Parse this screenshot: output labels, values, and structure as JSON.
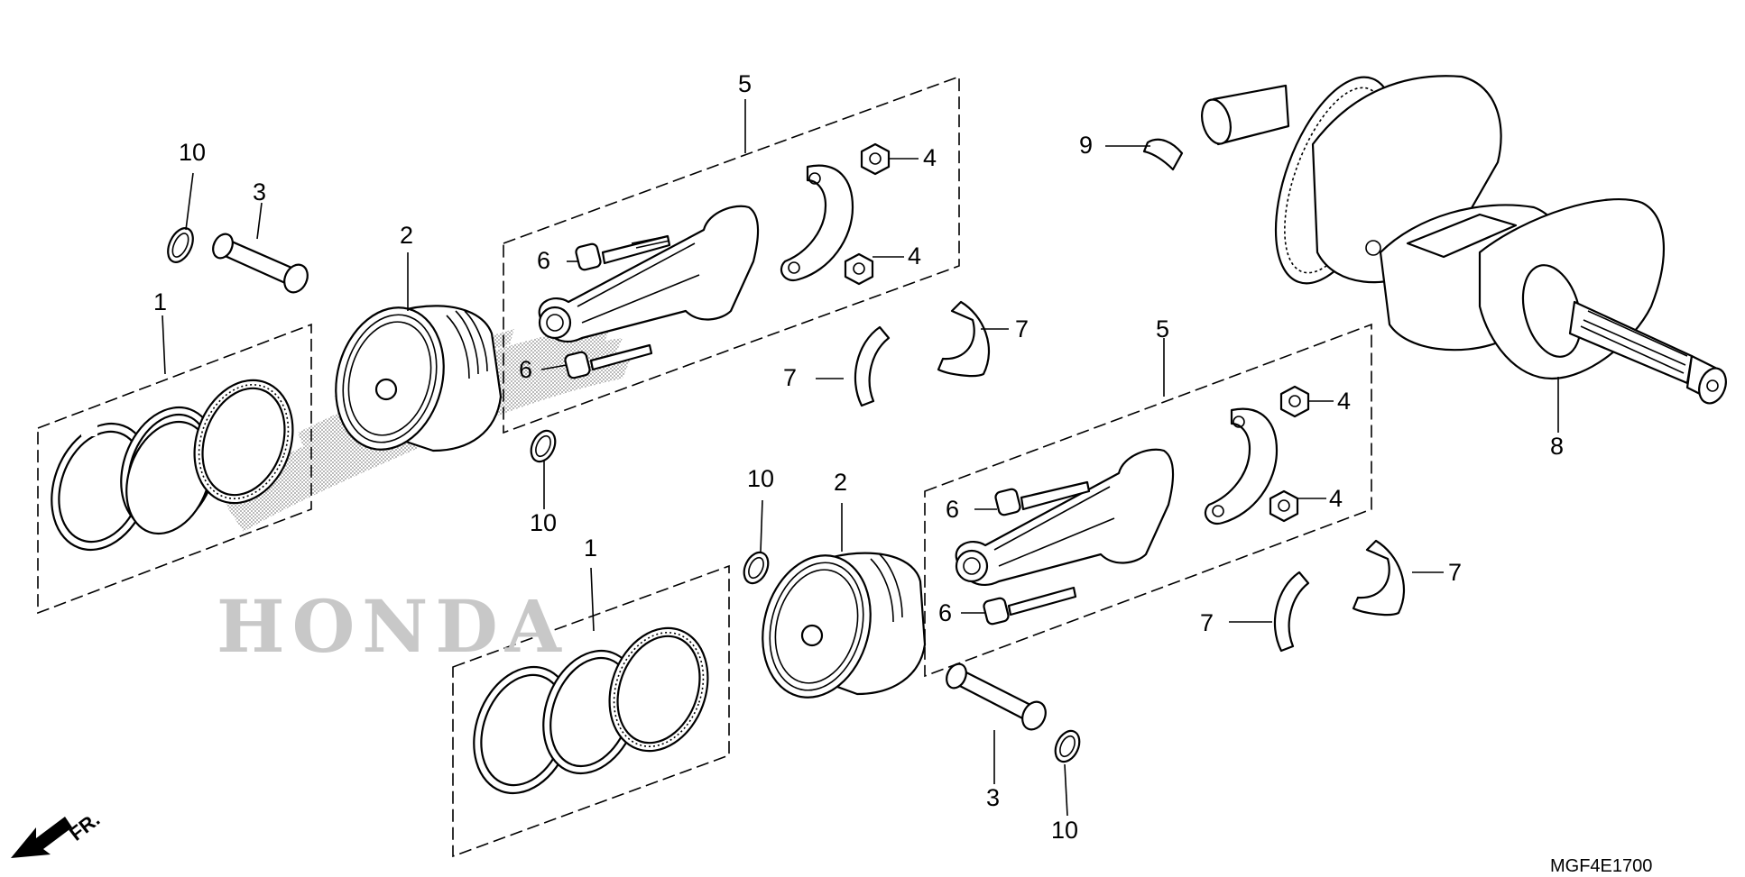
{
  "diagram": {
    "code": "MGF4E1700",
    "front_marker": "FR.",
    "logo_text": "HONDA",
    "callouts": [
      {
        "id": "c10a",
        "text": "10"
      },
      {
        "id": "c3a",
        "text": "3"
      },
      {
        "id": "c2a",
        "text": "2"
      },
      {
        "id": "c1a",
        "text": "1"
      },
      {
        "id": "c5a",
        "text": "5"
      },
      {
        "id": "c4a",
        "text": "4"
      },
      {
        "id": "c4b",
        "text": "4"
      },
      {
        "id": "c6a",
        "text": "6"
      },
      {
        "id": "c6b",
        "text": "6"
      },
      {
        "id": "c7a",
        "text": "7"
      },
      {
        "id": "c7b",
        "text": "7"
      },
      {
        "id": "c10b",
        "text": "10"
      },
      {
        "id": "c9",
        "text": "9"
      },
      {
        "id": "c8",
        "text": "8"
      },
      {
        "id": "c5b",
        "text": "5"
      },
      {
        "id": "c4c",
        "text": "4"
      },
      {
        "id": "c4d",
        "text": "4"
      },
      {
        "id": "c6c",
        "text": "6"
      },
      {
        "id": "c6d",
        "text": "6"
      },
      {
        "id": "c7c",
        "text": "7"
      },
      {
        "id": "c7d",
        "text": "7"
      },
      {
        "id": "c10c",
        "text": "10"
      },
      {
        "id": "c2b",
        "text": "2"
      },
      {
        "id": "c1b",
        "text": "1"
      },
      {
        "id": "c3b",
        "text": "3"
      },
      {
        "id": "c10d",
        "text": "10"
      }
    ]
  }
}
